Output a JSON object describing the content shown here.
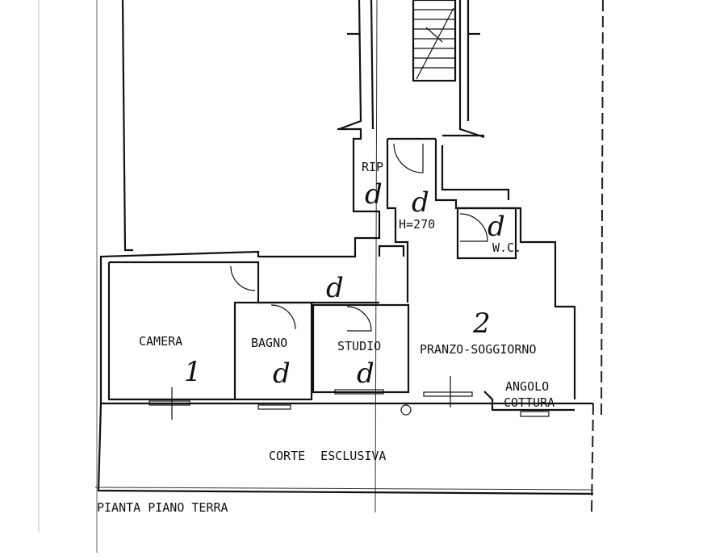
{
  "plan": {
    "title": "PIANTA PIANO TERRA",
    "rooms": {
      "rip": "RIP",
      "hall_height": "H=270",
      "wc": "W.C.",
      "camera": "CAMERA",
      "bagno": "BAGNO",
      "studio": "STUDIO",
      "pranzo": "PRANZO-SOGGIORNO",
      "angolo_1": "ANGOLO",
      "angolo_2": "COTTURA",
      "corte": "CORTE ESCLUSIVA"
    },
    "handwritten": {
      "d": "d",
      "num1": "1",
      "num2": "2"
    }
  }
}
